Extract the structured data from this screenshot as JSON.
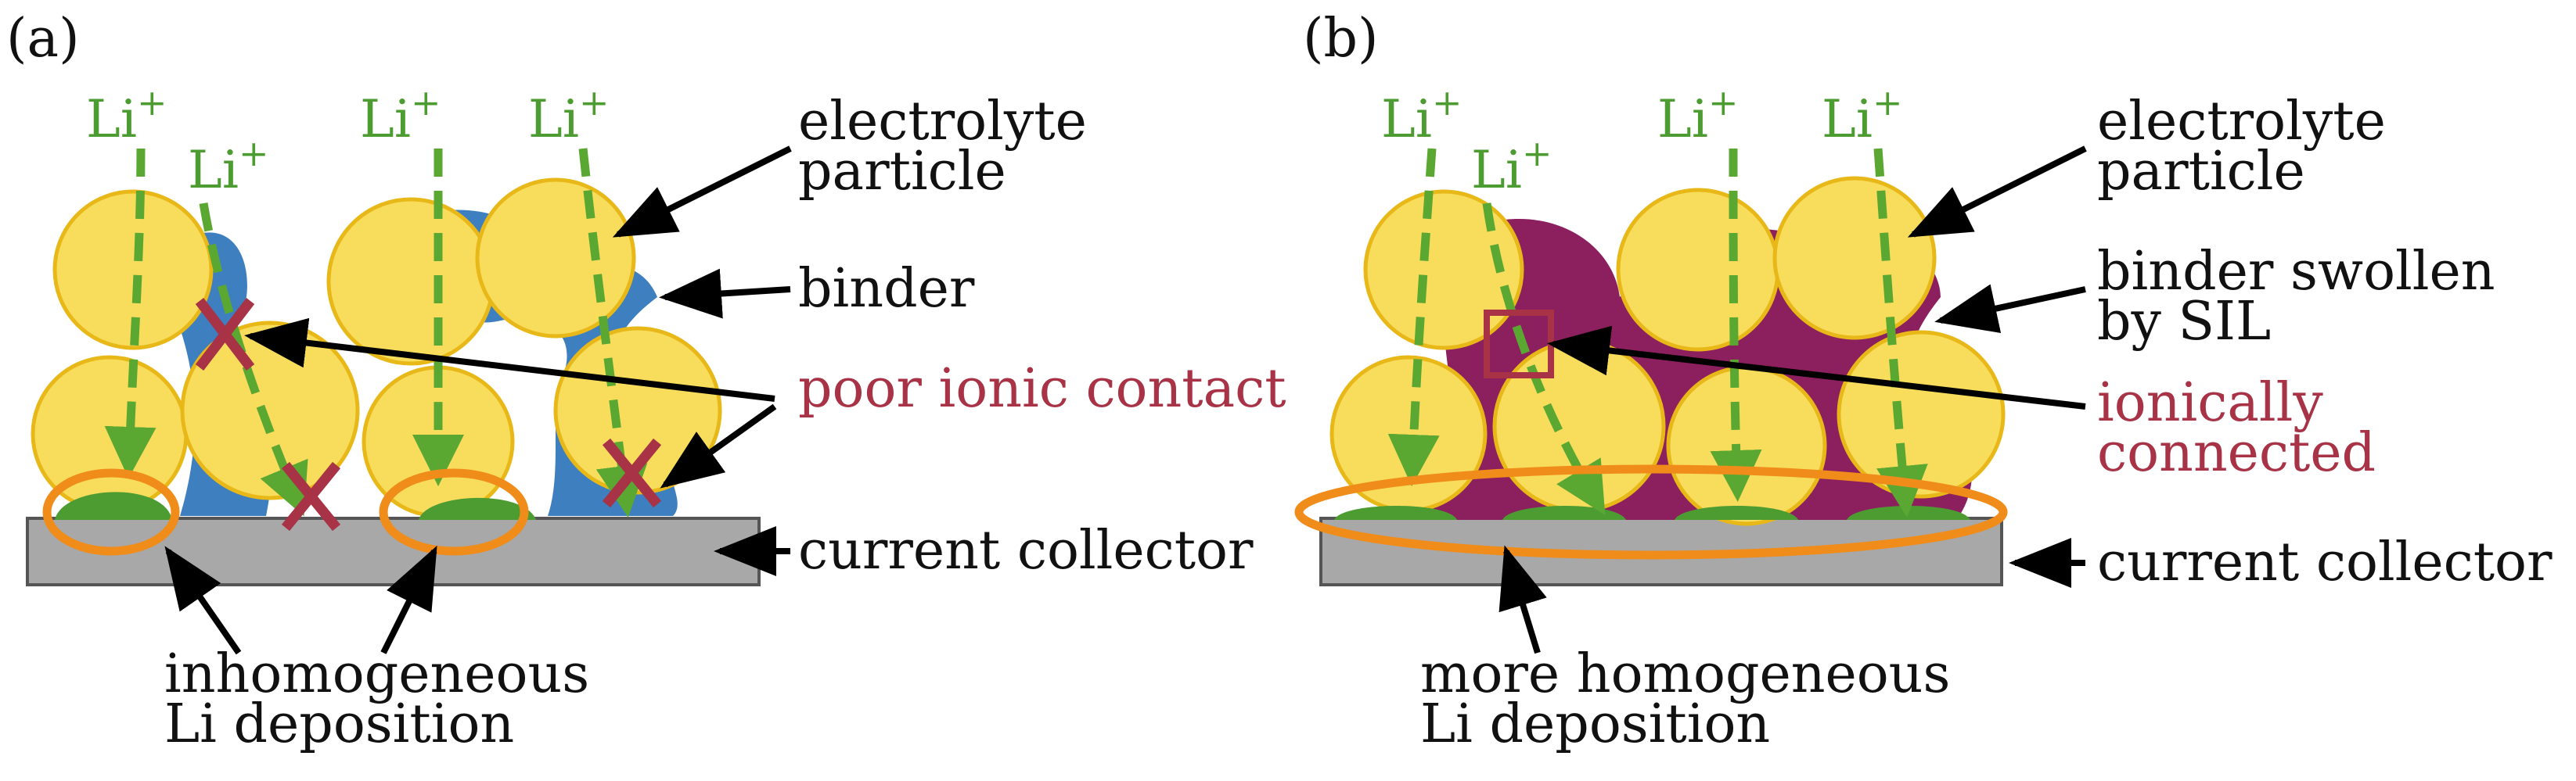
{
  "panels": [
    {
      "tag": "(a)",
      "li_label": "Li",
      "li_charge": "+",
      "electrolyte": [
        "electrolyte",
        "particle"
      ],
      "binder": [
        "binder"
      ],
      "contact": [
        "poor ionic contact"
      ],
      "collector": "current collector",
      "deposition": [
        "inhomogeneous",
        "Li deposition"
      ]
    },
    {
      "tag": "(b)",
      "li_label": "Li",
      "li_charge": "+",
      "electrolyte": [
        "electrolyte",
        "particle"
      ],
      "binder": [
        "binder swollen",
        "by SIL"
      ],
      "contact": [
        "ionically",
        "connected"
      ],
      "collector": "current collector",
      "deposition": [
        "more homogeneous",
        "Li deposition"
      ]
    }
  ],
  "colors": {
    "particle": "#f8dc5c",
    "particle_edge": "#e8b818",
    "binder_a": "#3e7fc0",
    "binder_b": "#8c1f5e",
    "lithium": "#4d9c32",
    "ion_path": "#5aa832",
    "highlight": "#f08c1a",
    "collector": "#a8a8a8",
    "contact_text": "#a83246"
  }
}
